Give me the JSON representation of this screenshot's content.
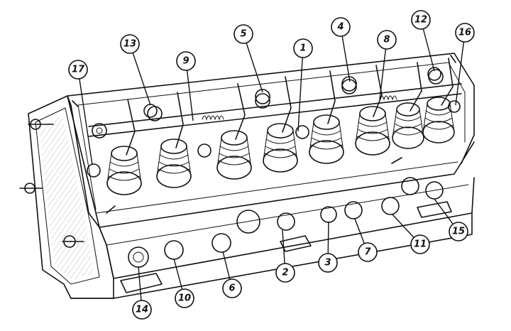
{
  "callouts": [
    {
      "label": "17"
    },
    {
      "label": "13"
    },
    {
      "label": "9"
    },
    {
      "label": "5"
    },
    {
      "label": "1"
    },
    {
      "label": "4"
    },
    {
      "label": "8"
    },
    {
      "label": "12"
    },
    {
      "label": "16"
    },
    {
      "label": "14"
    },
    {
      "label": "10"
    },
    {
      "label": "6"
    },
    {
      "label": "2"
    },
    {
      "label": "3"
    },
    {
      "label": "7"
    },
    {
      "label": "11"
    },
    {
      "label": "15"
    }
  ]
}
